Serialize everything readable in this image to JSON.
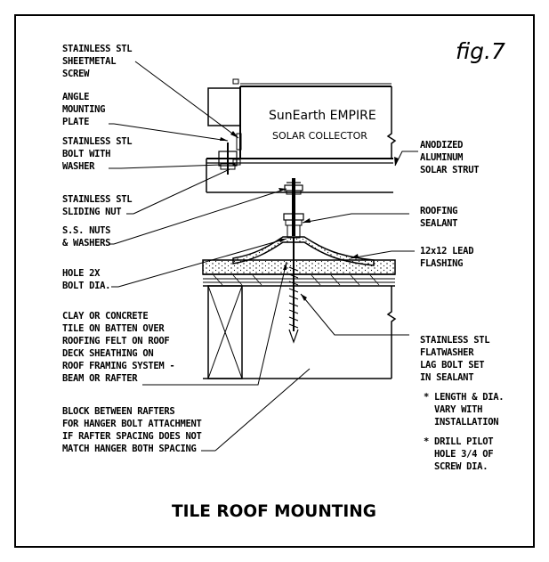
{
  "figure_label": "fig.7",
  "title": "TILE ROOF MOUNTING",
  "collector": {
    "name": "SunEarth EMPIRE",
    "subtitle": "SOLAR COLLECTOR"
  },
  "left_labels": {
    "screw": [
      "STAINLESS STL",
      "SHEETMETAL",
      "SCREW"
    ],
    "plate": [
      "ANGLE",
      "MOUNTING",
      "PLATE"
    ],
    "bolt": [
      "STAINLESS STL",
      "BOLT WITH",
      "WASHER"
    ],
    "nut": [
      "STAINLESS STL",
      "SLIDING NUT"
    ],
    "nuts": [
      "S.S. NUTS",
      "& WASHERS"
    ],
    "hole": [
      "HOLE 2X",
      "BOLT DIA."
    ],
    "tile": [
      "CLAY OR CONCRETE",
      "TILE ON BATTEN OVER",
      "ROOFING FELT ON ROOF",
      "DECK SHEATHING ON",
      "ROOF FRAMING SYSTEM -",
      "BEAM OR RAFTER"
    ],
    "block": [
      "BLOCK BETWEEN RAFTERS",
      "FOR HANGER BOLT ATTACHMENT",
      "IF RAFTER SPACING DOES NOT",
      "MATCH HANGER BOTH SPACING"
    ]
  },
  "right_labels": {
    "strut": [
      "ANODIZED",
      "ALUMINUM",
      "SOLAR STRUT"
    ],
    "sealant": [
      "ROOFING",
      "SEALANT"
    ],
    "flashing": [
      "12x12 LEAD",
      "FLASHING"
    ],
    "lagbolt": [
      "STAINLESS STL",
      "FLATWASHER",
      "LAG BOLT SET",
      "IN SEALANT"
    ],
    "note1": [
      "* LENGTH & DIA.",
      "VARY WITH",
      "INSTALLATION"
    ],
    "note2": [
      "* DRILL PILOT",
      "HOLE 3/4 OF",
      "SCREW DIA."
    ]
  },
  "colors": {
    "ink": "#000000",
    "background": "#ffffff"
  }
}
